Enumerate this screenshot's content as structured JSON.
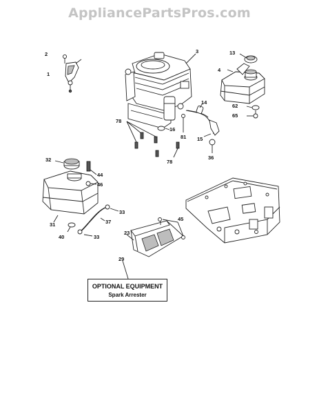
{
  "header": {
    "watermark": "AppliancePartsPros.com"
  },
  "callouts": [
    {
      "id": "c2",
      "label": "2"
    },
    {
      "id": "c1",
      "label": "1"
    },
    {
      "id": "c3",
      "label": "3"
    },
    {
      "id": "c13",
      "label": "13"
    },
    {
      "id": "c4",
      "label": "4"
    },
    {
      "id": "c62",
      "label": "62"
    },
    {
      "id": "c65",
      "label": "65"
    },
    {
      "id": "c14",
      "label": "14"
    },
    {
      "id": "c78a",
      "label": "78"
    },
    {
      "id": "c16",
      "label": "16"
    },
    {
      "id": "c81",
      "label": "81"
    },
    {
      "id": "c15",
      "label": "15"
    },
    {
      "id": "c36",
      "label": "36"
    },
    {
      "id": "c78b",
      "label": "78"
    },
    {
      "id": "c32",
      "label": "32"
    },
    {
      "id": "c44",
      "label": "44"
    },
    {
      "id": "c46",
      "label": "46"
    },
    {
      "id": "c33a",
      "label": "33"
    },
    {
      "id": "c31",
      "label": "31"
    },
    {
      "id": "c37",
      "label": "37"
    },
    {
      "id": "c40",
      "label": "40"
    },
    {
      "id": "c33b",
      "label": "33"
    },
    {
      "id": "c45",
      "label": "45"
    },
    {
      "id": "c23",
      "label": "23"
    },
    {
      "id": "c29",
      "label": "29"
    }
  ],
  "optional_box": {
    "title": "OPTIONAL EQUIPMENT",
    "subtitle": "Spark Arrester"
  }
}
